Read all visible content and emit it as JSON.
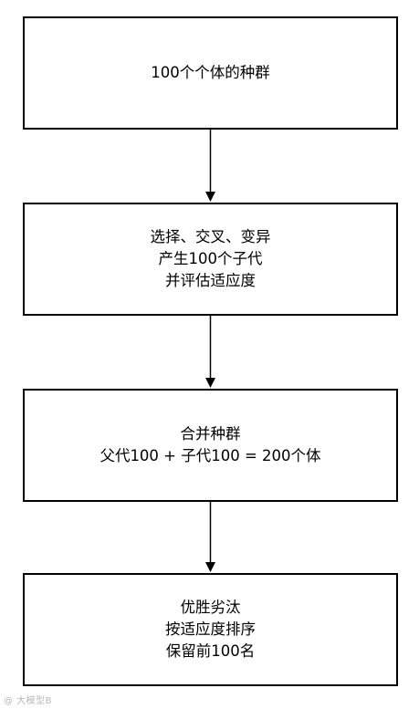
{
  "diagram": {
    "steps": [
      {
        "lines": [
          "100个个体的种群"
        ]
      },
      {
        "lines": [
          "选择、交叉、变异",
          "产生100个子代",
          "并评估适应度"
        ]
      },
      {
        "lines": [
          "合并种群",
          "父代100 + 子代100 = 200个体"
        ]
      },
      {
        "lines": [
          "优胜劣汰",
          "按适应度排序",
          "保留前100名"
        ]
      }
    ],
    "colors": {
      "stroke": "#000000",
      "fill": "#ffffff",
      "watermark": "#b8b8b8"
    }
  },
  "watermark": "@ 大模型B"
}
